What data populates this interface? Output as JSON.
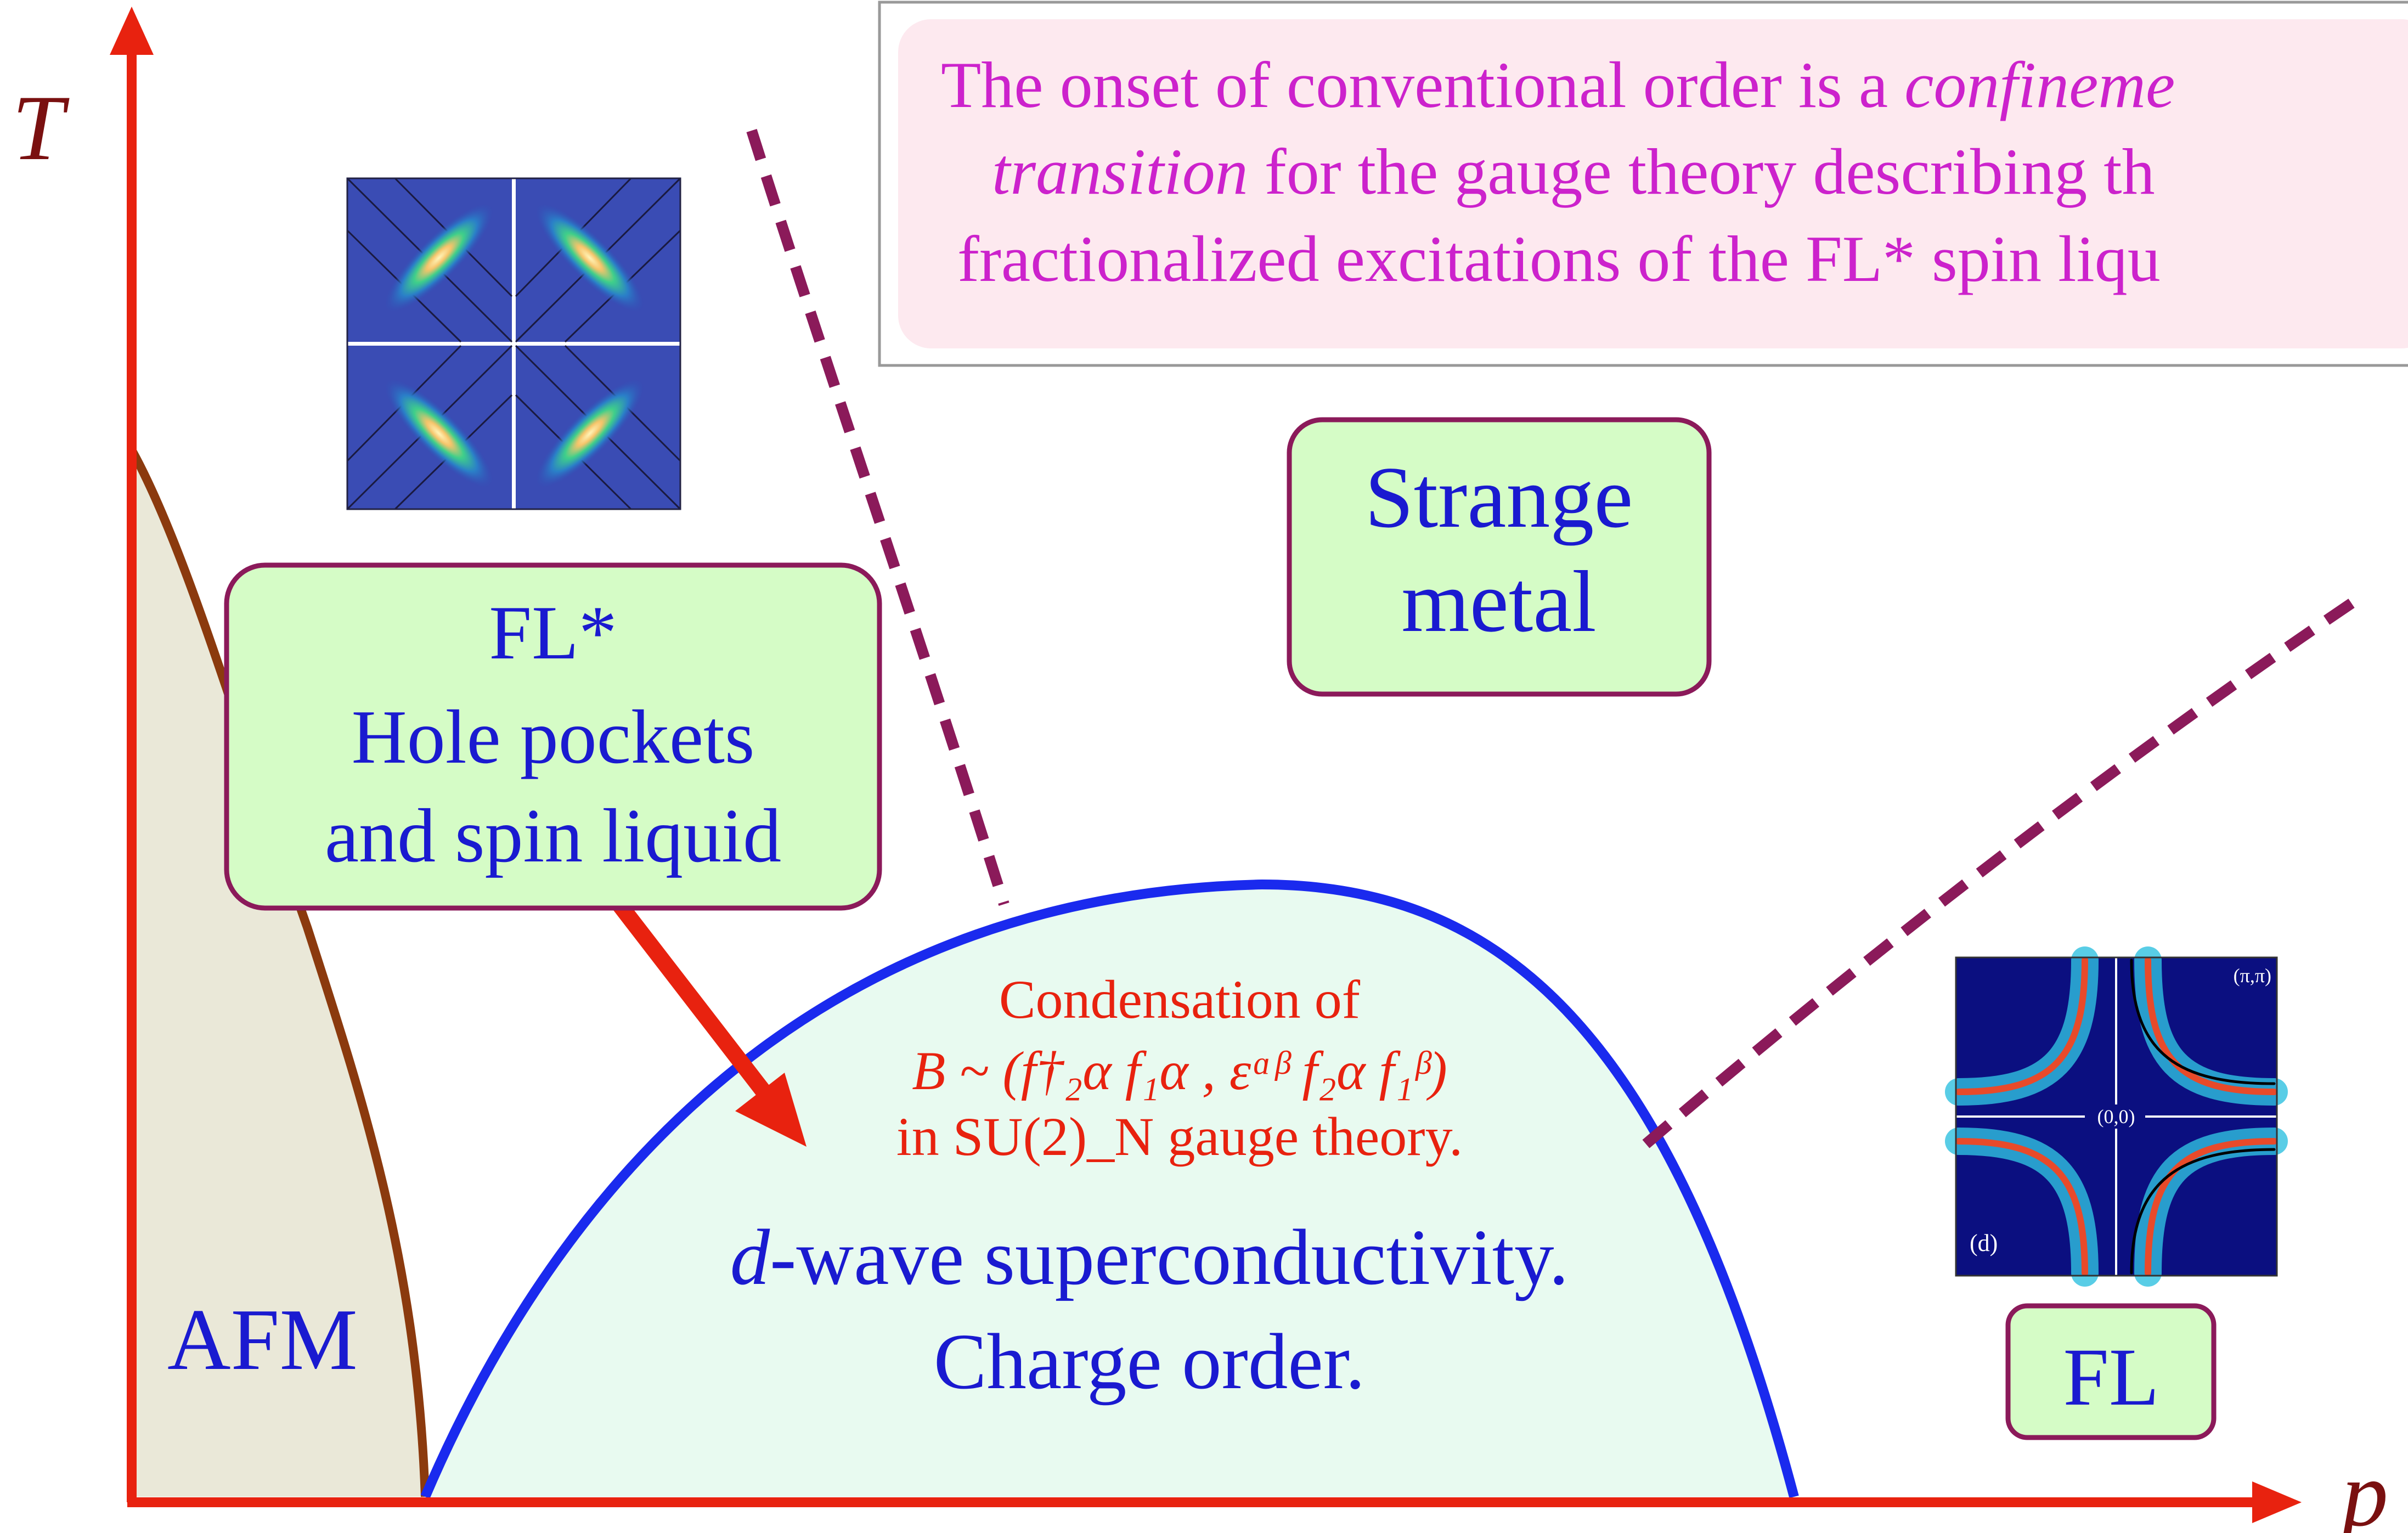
{
  "axes": {
    "y_label": "T",
    "x_label": "p"
  },
  "info_box": {
    "line1_a": "The onset of conventional order is a ",
    "line1_b": "confineme",
    "line2_a": "transition",
    "line2_b": " for the gauge theory describing th",
    "line3": "fractionalized excitations of the FL* spin liqu"
  },
  "regions": {
    "strange_metal": {
      "line1": "Strange",
      "line2": "metal"
    },
    "fl_star": {
      "line1": "FL*",
      "line2": "Hole pockets",
      "line3": "and spin liquid"
    },
    "afm": "AFM",
    "fl": "FL",
    "superconductivity": {
      "line1_a": "d",
      "line1_b": "-wave superconductivity.",
      "line2": "Charge order."
    }
  },
  "condensation": {
    "line1": "Condensation of",
    "line2": "B ~ (f†₂α f₁α , εᵅᵝ f₂α f₁ᵝ)",
    "line3": "in SU(2)_N gauge theory."
  },
  "inset_right": {
    "corner_label": "(π,π)",
    "center_label": "(0,0)",
    "panel_label": "(d)"
  },
  "colors": {
    "axis": "#e8220f",
    "afm_fill": "#eae8d8",
    "afm_curve": "#8b3a0e",
    "dome_fill": "#e8faf0",
    "dome_curve": "#1a2aee",
    "dashed": "#8b1a5a",
    "box_fill": "#d5fcc6",
    "box_stroke": "#8b1a5a",
    "region_text": "#1a1ad0",
    "magenta_text": "#cc22cc",
    "condensation_text": "#e8220f",
    "info_box_fill": "#fde9ef"
  }
}
